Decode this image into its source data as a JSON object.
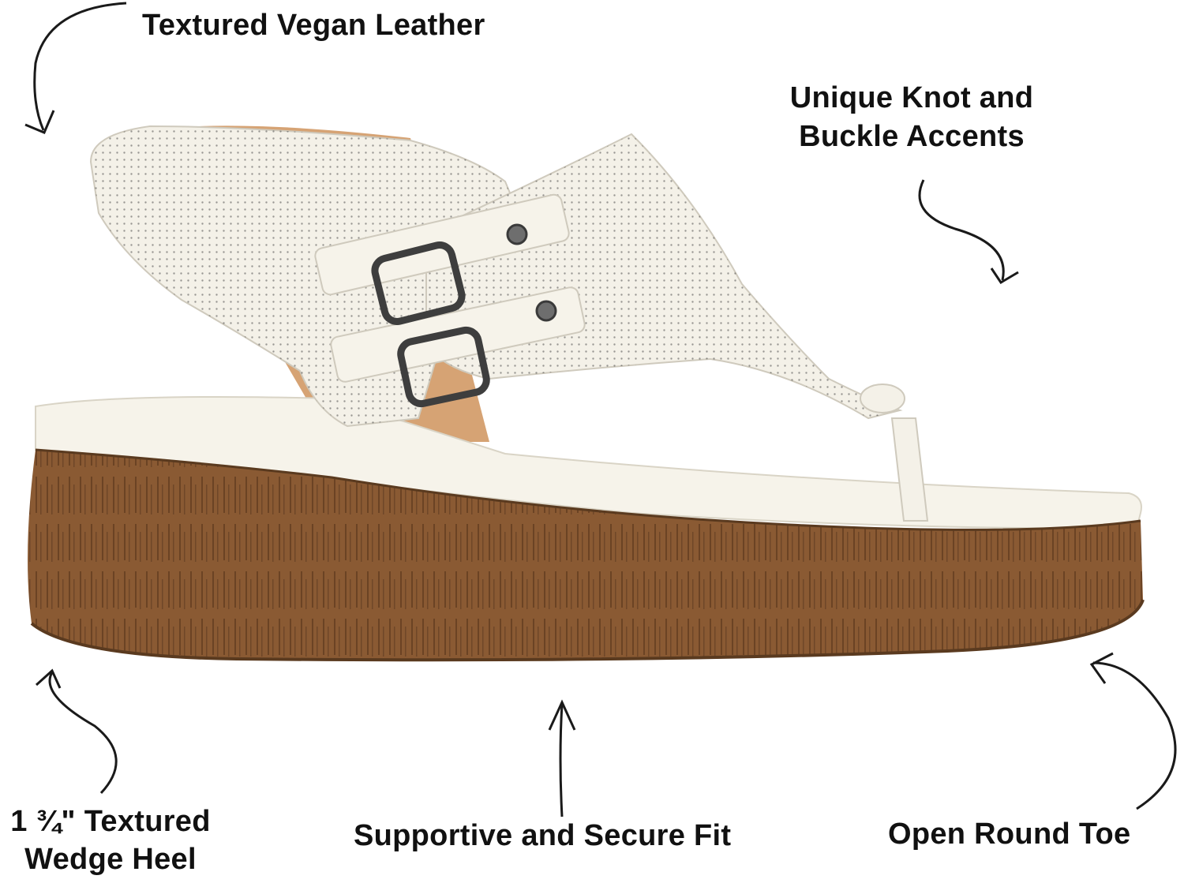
{
  "features": {
    "leather": "Textured Vegan Leather",
    "knot_line1": "Unique Knot and",
    "knot_line2": "Buckle Accents",
    "wedge_line1": "1 ¾\" Textured",
    "wedge_line2": "Wedge Heel",
    "fit": "Supportive and Secure Fit",
    "toe": "Open Round Toe"
  },
  "colors": {
    "upper": "#f4f1e8",
    "sole": "#8a5a33",
    "lining": "#d6a374",
    "text": "#111111"
  }
}
